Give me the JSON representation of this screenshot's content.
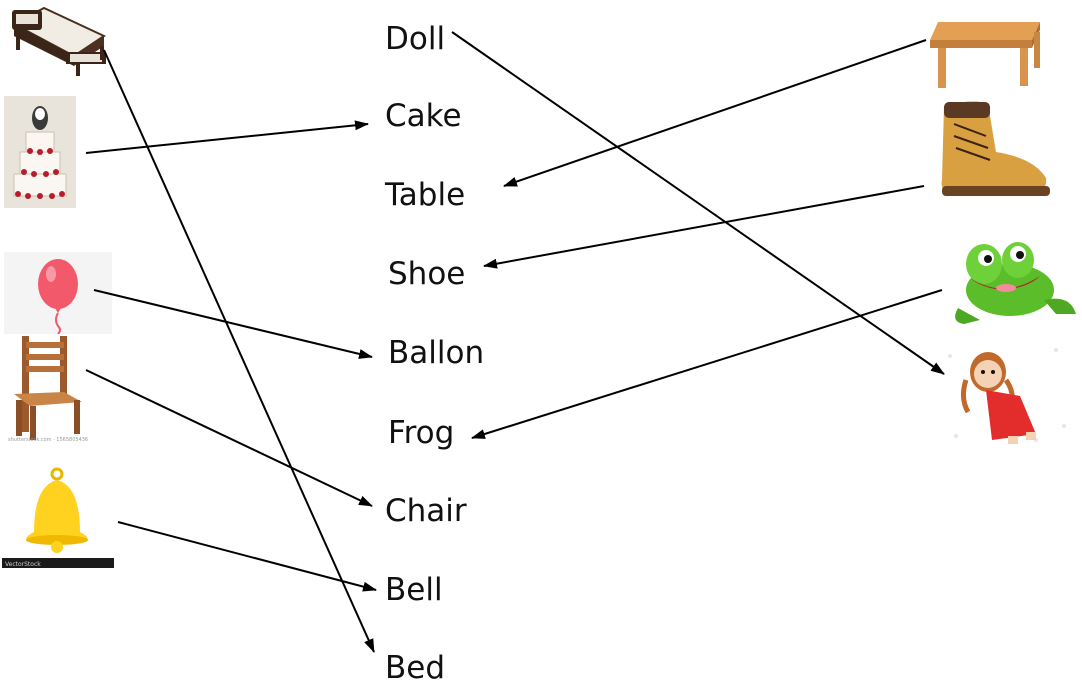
{
  "words": {
    "doll": "Doll",
    "cake": "Cake",
    "table": "Table",
    "shoe": "Shoe",
    "ballon": "Ballon",
    "frog": "Frog",
    "chair": "Chair",
    "bell": "Bell",
    "bed": "Bed"
  },
  "watermarks": {
    "chair": "shutterstock.com · 1565805436",
    "bell": "VectorStock"
  },
  "pictures": {
    "left": [
      "bed",
      "cake",
      "balloon",
      "chair",
      "bell"
    ],
    "right": [
      "table",
      "boot",
      "frog",
      "doll"
    ]
  },
  "matches": [
    [
      "bed",
      "Bed"
    ],
    [
      "cake",
      "Cake"
    ],
    [
      "balloon",
      "Ballon"
    ],
    [
      "chair",
      "Chair"
    ],
    [
      "bell",
      "Bell"
    ],
    [
      "table",
      "Table"
    ],
    [
      "boot",
      "Shoe"
    ],
    [
      "frog",
      "Frog"
    ],
    [
      "Doll",
      "doll"
    ]
  ],
  "colors": {
    "line": "#000000",
    "text": "#111111"
  }
}
